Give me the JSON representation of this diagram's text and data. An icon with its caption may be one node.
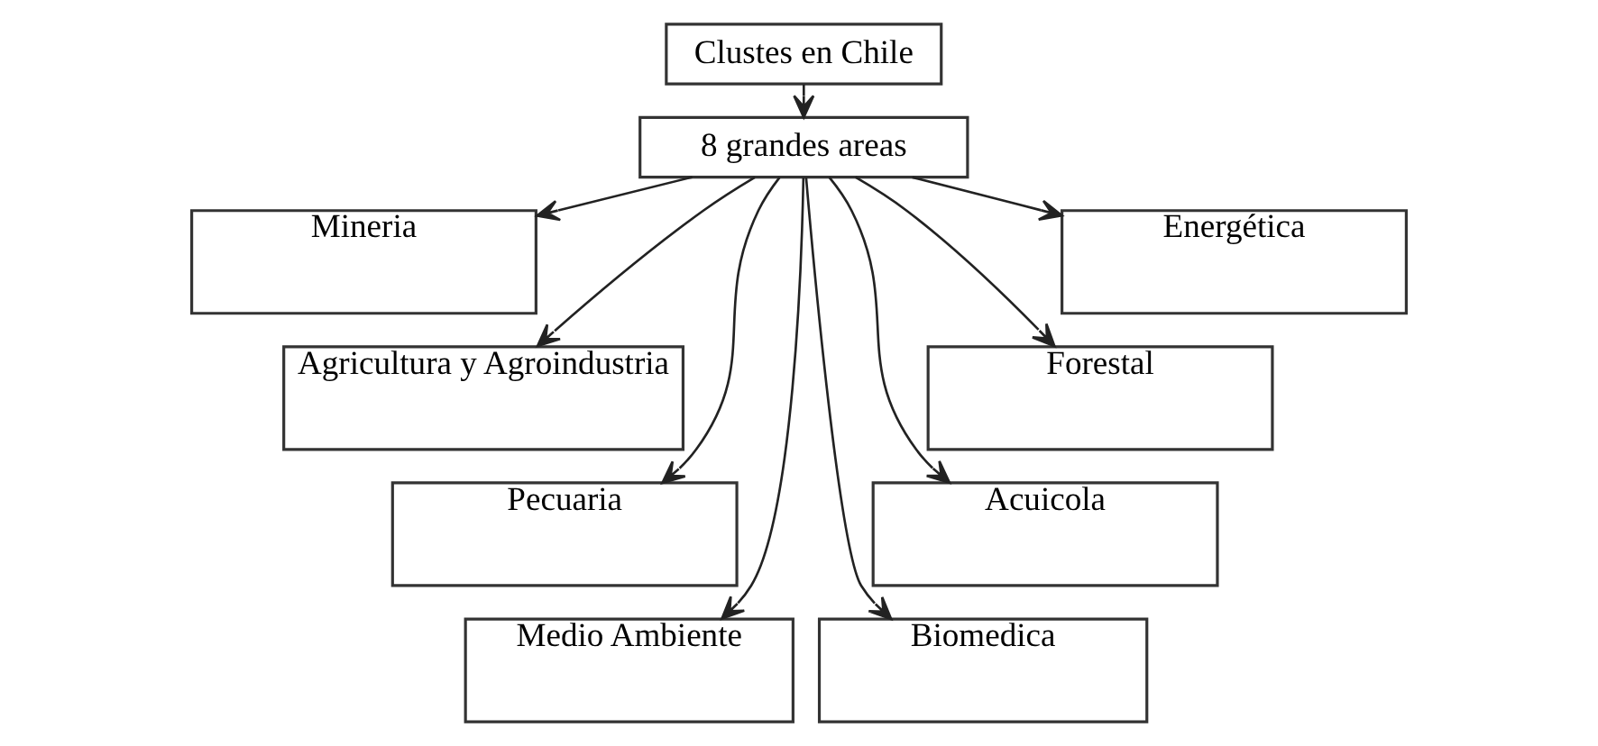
{
  "diagram": {
    "nodes": [
      {
        "text": [
          "Clustes en Chile"
        ]
      },
      {
        "text": [
          "8 grandes areas"
        ]
      },
      {
        "text": [
          "Mineria"
        ]
      },
      {
        "text": [
          "Agricultura y Agroindustria"
        ]
      },
      {
        "text": [
          "Pecuaria"
        ]
      },
      {
        "text": [
          "Medio Ambiente"
        ]
      },
      {
        "text": [
          "Biomedica"
        ]
      },
      {
        "text": [
          "Acuicola"
        ]
      },
      {
        "text": [
          "Forestal"
        ]
      },
      {
        "text": [
          "Energética"
        ]
      }
    ],
    "edges": [
      {
        "from": 0,
        "to": 1,
        "arrow": "to"
      },
      {
        "from": 1,
        "to": 2,
        "arrow": "to"
      },
      {
        "from": 1,
        "to": 3,
        "arrow": "to"
      },
      {
        "from": 1,
        "to": 4,
        "arrow": "to"
      },
      {
        "from": 1,
        "to": 5,
        "arrow": "to"
      },
      {
        "from": 1,
        "to": 6,
        "arrow": "to"
      },
      {
        "from": 1,
        "to": 7,
        "arrow": "to"
      },
      {
        "from": 1,
        "to": 8,
        "arrow": "to"
      },
      {
        "from": 1,
        "to": 9,
        "arrow": "to"
      }
    ]
  }
}
